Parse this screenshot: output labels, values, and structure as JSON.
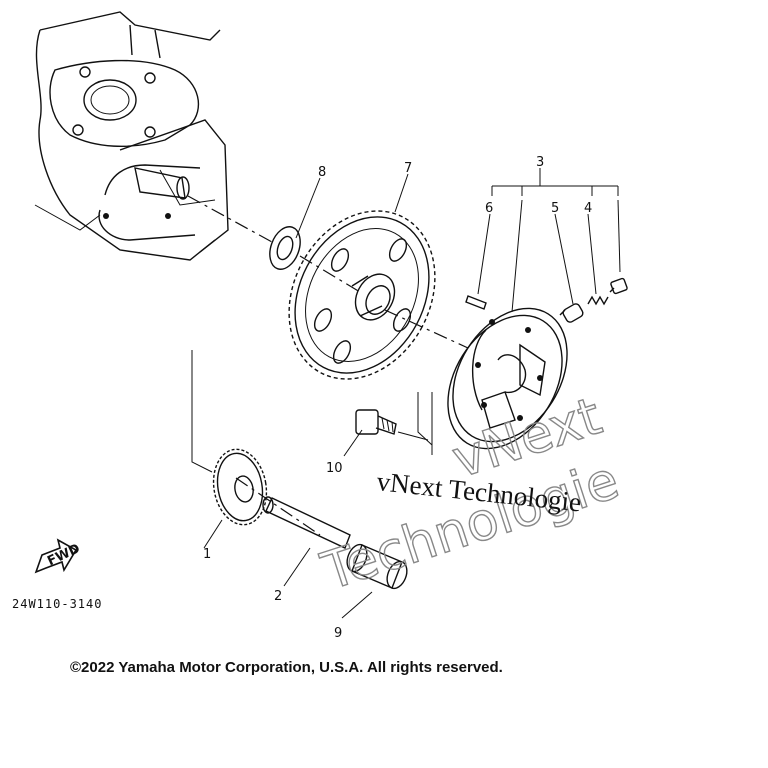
{
  "diagram": {
    "part_numbers": {
      "p1": "1",
      "p2": "2",
      "p3": "3",
      "p4": "4",
      "p5": "5",
      "p6": "6",
      "p7": "7",
      "p8": "8",
      "p9": "9",
      "p10": "10"
    },
    "fwd_label": "FWD",
    "drawing_code": "24W110-3140"
  },
  "watermark": {
    "line1": "vNext Technologie",
    "line2_a": "vNext",
    "line2_b": "Technologie"
  },
  "footer": {
    "copyright": "©2022 Yamaha Motor Corporation, U.S.A. All rights reserved."
  }
}
